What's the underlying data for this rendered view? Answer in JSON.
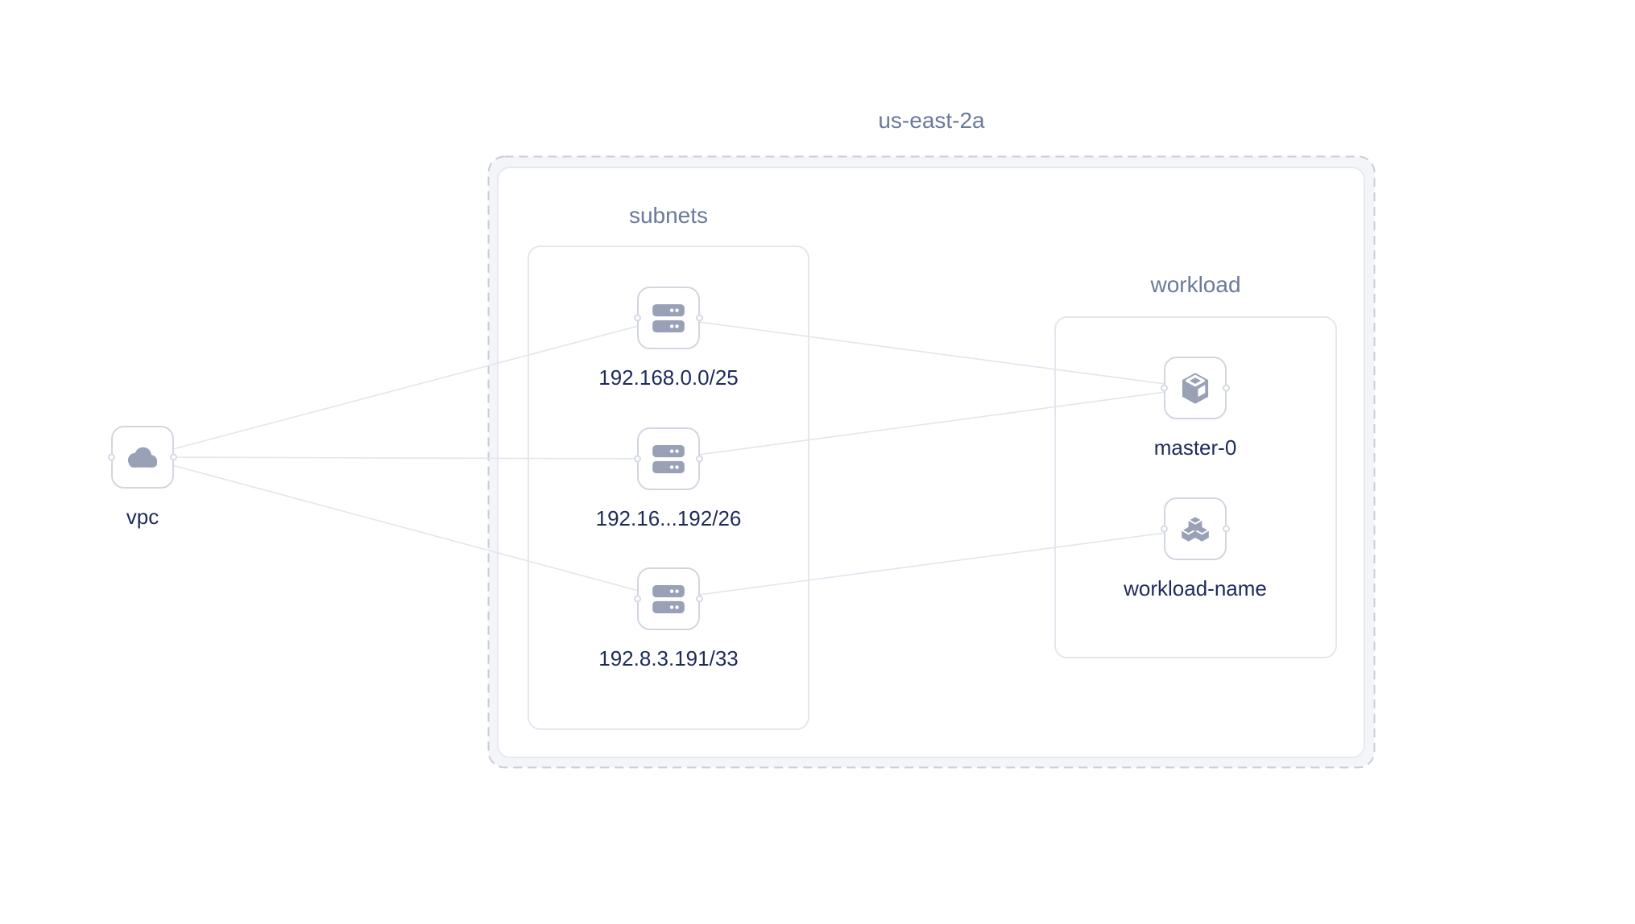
{
  "zone": {
    "title": "us-east-2a"
  },
  "groups": {
    "subnets": {
      "label": "subnets"
    },
    "workload": {
      "label": "workload"
    }
  },
  "nodes": {
    "vpc": {
      "label": "vpc",
      "icon": "cloud-icon"
    },
    "subnet1": {
      "label": "192.168.0.0/25",
      "icon": "server-icon"
    },
    "subnet2": {
      "label": "192.16...192/26",
      "icon": "server-icon"
    },
    "subnet3": {
      "label": "192.8.3.191/33",
      "icon": "server-icon"
    },
    "master0": {
      "label": "master-0",
      "icon": "cube-icon"
    },
    "workloadName": {
      "label": "workload-name",
      "icon": "cubes-icon"
    }
  },
  "edges": [
    {
      "from": "vpc",
      "to": "subnet1"
    },
    {
      "from": "vpc",
      "to": "subnet2"
    },
    {
      "from": "vpc",
      "to": "subnet3"
    },
    {
      "from": "subnet1",
      "to": "master0"
    },
    {
      "from": "subnet2",
      "to": "master0"
    },
    {
      "from": "subnet3",
      "to": "workloadName"
    }
  ],
  "colors": {
    "edge": "#e2e5ee",
    "icon": "#98a1b6",
    "node_border": "#d2d6e0",
    "group_border": "#e4e7ee",
    "dashed_border": "#c8cdd7",
    "zone_bg": "#f4f5f9",
    "label_text": "#1e2a5c",
    "group_text": "#6b7a99"
  }
}
